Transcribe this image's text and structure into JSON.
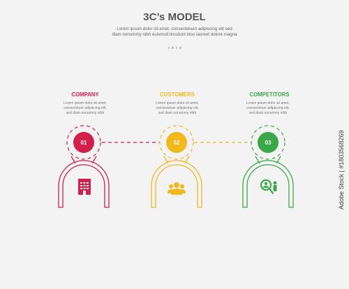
{
  "header": {
    "title": "3C’s MODEL",
    "subtitle": "Lorem ipsum dolor sit amet, consectetueri adipiscing elit sed diam nonummy nibh euismod tincidunt ktoo laoreet dolore magna"
  },
  "colors": {
    "company": "#d21f4b",
    "customers": "#f0b81b",
    "competitors": "#3aa748",
    "text": "#555555",
    "background": "#f3f3f3"
  },
  "items": [
    {
      "label": "COMPANY",
      "number": "01",
      "description": "Lorem ipsum dolor sit amet, consectetuer adipiscing elit, sed diam nonummy nibh",
      "icon": "building-icon"
    },
    {
      "label": "CUSTOMERS",
      "number": "02",
      "description": "Lorem ipsum dolor sit amet, consectetuer adipiscing elit, sed diam nonummy nibh",
      "icon": "people-group-icon"
    },
    {
      "label": "COMPETITORS",
      "number": "03",
      "description": "Lorem ipsum dolor sit amet, consectetuer adipiscing elit, sed diam nonummy nibh",
      "icon": "search-person-icon"
    }
  ],
  "watermark": "Adobe Stock | #1803568269"
}
